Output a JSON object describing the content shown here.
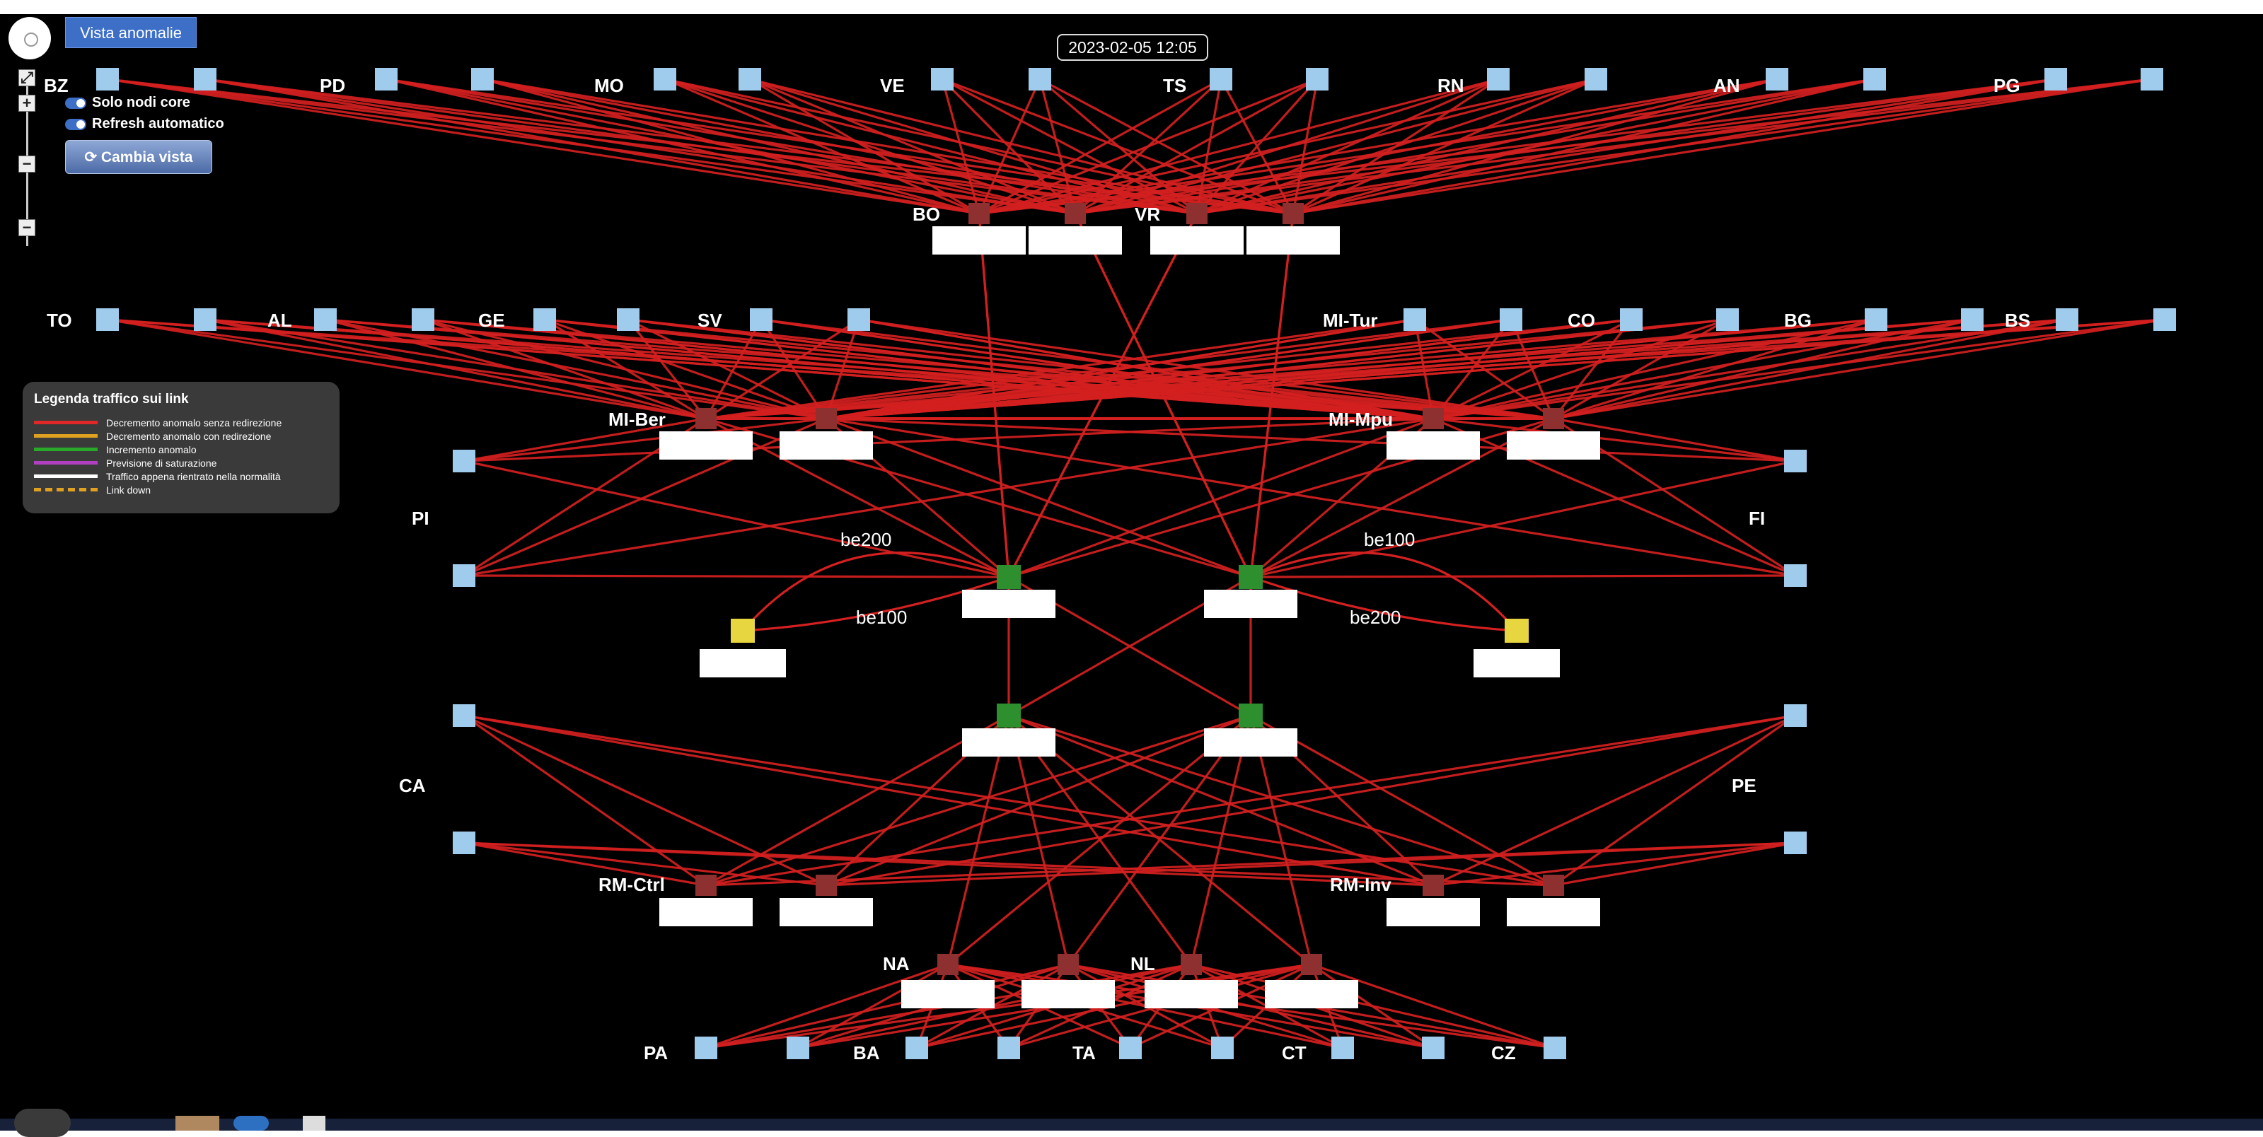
{
  "toolbar": {
    "view_button_label": "Vista anomalie",
    "timestamp": "2023-02-05 12:05",
    "zoom_in_label": "+",
    "zoom_mid_label": "−",
    "zoom_out_label": "−",
    "toggle_core_label": "Solo nodi core",
    "toggle_refresh_label": "Refresh automatico",
    "change_view_label": "⟳ Cambia vista"
  },
  "legend": {
    "title": "Legenda traffico sui link",
    "items": [
      {
        "label": "Decremento anomalo senza redirezione",
        "color": "#e02828"
      },
      {
        "label": "Decremento anomalo con redirezione",
        "color": "#e0a020"
      },
      {
        "label": "Incremento anomalo",
        "color": "#2aa82a"
      },
      {
        "label": "Previsione di saturazione",
        "color": "#b040c0"
      },
      {
        "label": "Traffico appena rientrato nella normalità",
        "color": "#ffffff"
      },
      {
        "label": "Link down",
        "color": "#e0a020",
        "dashed": true
      }
    ]
  },
  "node_labels": {
    "BZ": "BZ",
    "PD": "PD",
    "MO": "MO",
    "VE": "VE",
    "TS": "TS",
    "RN": "RN",
    "AN": "AN",
    "PG": "PG",
    "BO": "BO",
    "VR": "VR",
    "TO": "TO",
    "AL": "AL",
    "GE": "GE",
    "SV": "SV",
    "MITur": "MI-Tur",
    "CO": "CO",
    "BG": "BG",
    "BS": "BS",
    "MIBer": "MI-Ber",
    "MIMpu": "MI-Mpu",
    "PI": "PI",
    "FI": "FI",
    "CA": "CA",
    "PE": "PE",
    "RMCtrl": "RM-Ctrl",
    "RMInv": "RM-Inv",
    "NA": "NA",
    "NL": "NL",
    "PA": "PA",
    "BAb": "BA",
    "TA": "TA",
    "CT": "CT",
    "CZ": "CZ"
  },
  "link_labels": {
    "be200_left": "be200",
    "be100_left": "be100",
    "be100_right": "be100",
    "be200_right": "be200"
  },
  "colors": {
    "background": "#000000",
    "link": "#d42020",
    "edge_node": "#9fcbec",
    "core_node": "#8f3030",
    "green_node": "#2e8f2e",
    "yellow_node": "#e8d640",
    "info_box": "#ffffff"
  }
}
